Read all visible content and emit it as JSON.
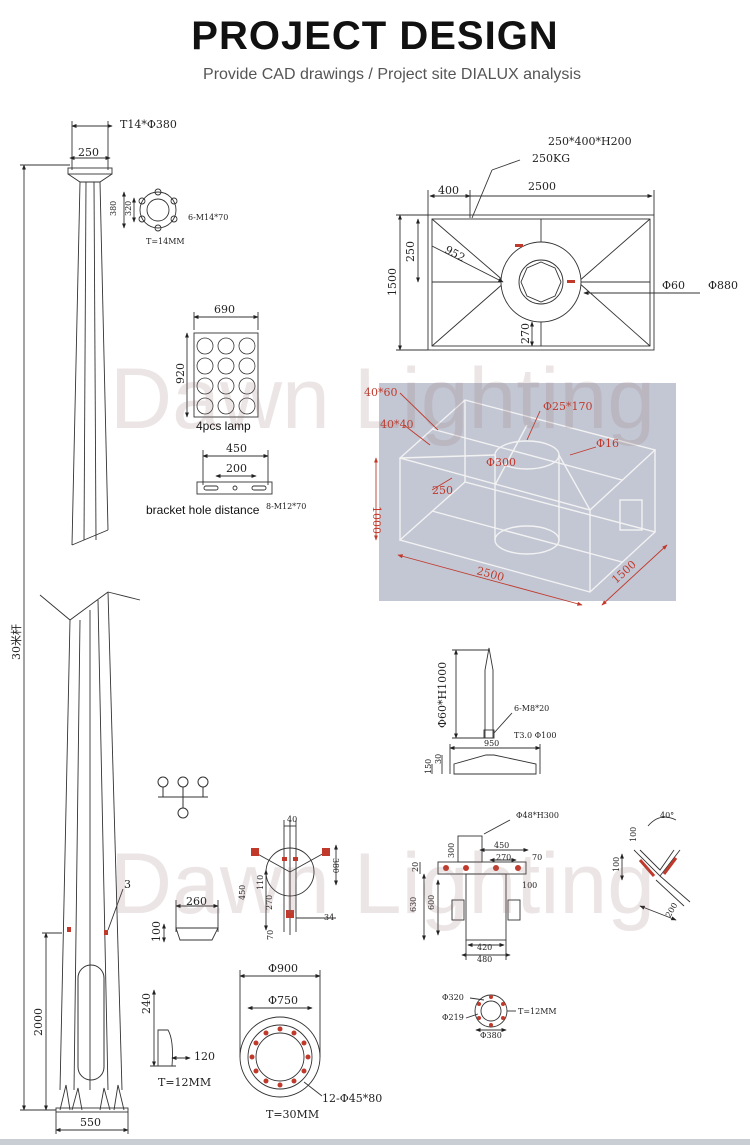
{
  "header": {
    "title": "PROJECT DESIGN",
    "subtitle": "Provide CAD drawings / Project site DIALUX analysis"
  },
  "watermark": {
    "text": "Dawn Lighting"
  },
  "pole": {
    "top_dim": "T14*Φ380",
    "top_width": "250",
    "height_label": "30米杆",
    "base_height": "2000",
    "base_width": "550",
    "marker": "3"
  },
  "flange_small": {
    "d1": "380",
    "d2": "320",
    "bolts": "6-M14*70",
    "thickness": "T=14MM"
  },
  "lamp_panel": {
    "width": "690",
    "height": "920",
    "caption": "4pcs lamp"
  },
  "bracket": {
    "outer": "450",
    "inner": "200",
    "bolts": "8-M12*70",
    "caption": "bracket hole distance"
  },
  "frame_top": {
    "beam": "250*400*H200",
    "weight": "250KG",
    "left": "400",
    "length": "2500",
    "side": "250",
    "diag": "952",
    "width": "1500",
    "bottom": "270",
    "d_small": "Φ60",
    "d_large": "Φ880"
  },
  "frame_3d": {
    "tube1": "40*60",
    "tube2": "40*40",
    "ring": "Φ25*170",
    "pin": "Φ16",
    "inner": "Φ300",
    "offset": "250",
    "height": "1000",
    "length": "2500",
    "width": "1500"
  },
  "lightning_rod": {
    "height": "Φ60*H1000",
    "bolts": "6-M8*20",
    "plate": "T3.0 Φ100",
    "base_width": "950",
    "h1": "150",
    "h2": "30"
  },
  "hook": {},
  "tri_bracket": {
    "top": "40",
    "span": "380",
    "arm": "450",
    "d1": "110",
    "d2": "270",
    "side": "34",
    "bottom": "70"
  },
  "cross_arm": {
    "tube": "Φ48*H300",
    "span": "450",
    "inner": "270",
    "right": "70",
    "h": "300",
    "left": "20",
    "ext": "100",
    "mast": "630",
    "mast_inner": "600",
    "base1": "420",
    "base2": "480"
  },
  "angle_bracket": {
    "angle": "40°",
    "a": "100",
    "b": "100",
    "c": "200"
  },
  "gusset": {
    "width": "260",
    "height": "100"
  },
  "stiffener": {
    "height": "240",
    "width": "120",
    "thickness": "T=12MM"
  },
  "base_flange": {
    "outer": "Φ900",
    "inner": "Φ750",
    "bolts": "12-Φ45*80",
    "thickness": "T=30MM"
  },
  "mid_flange": {
    "outer": "Φ320",
    "inner": "Φ219",
    "total": "Φ380",
    "thickness": "T=12MM"
  }
}
